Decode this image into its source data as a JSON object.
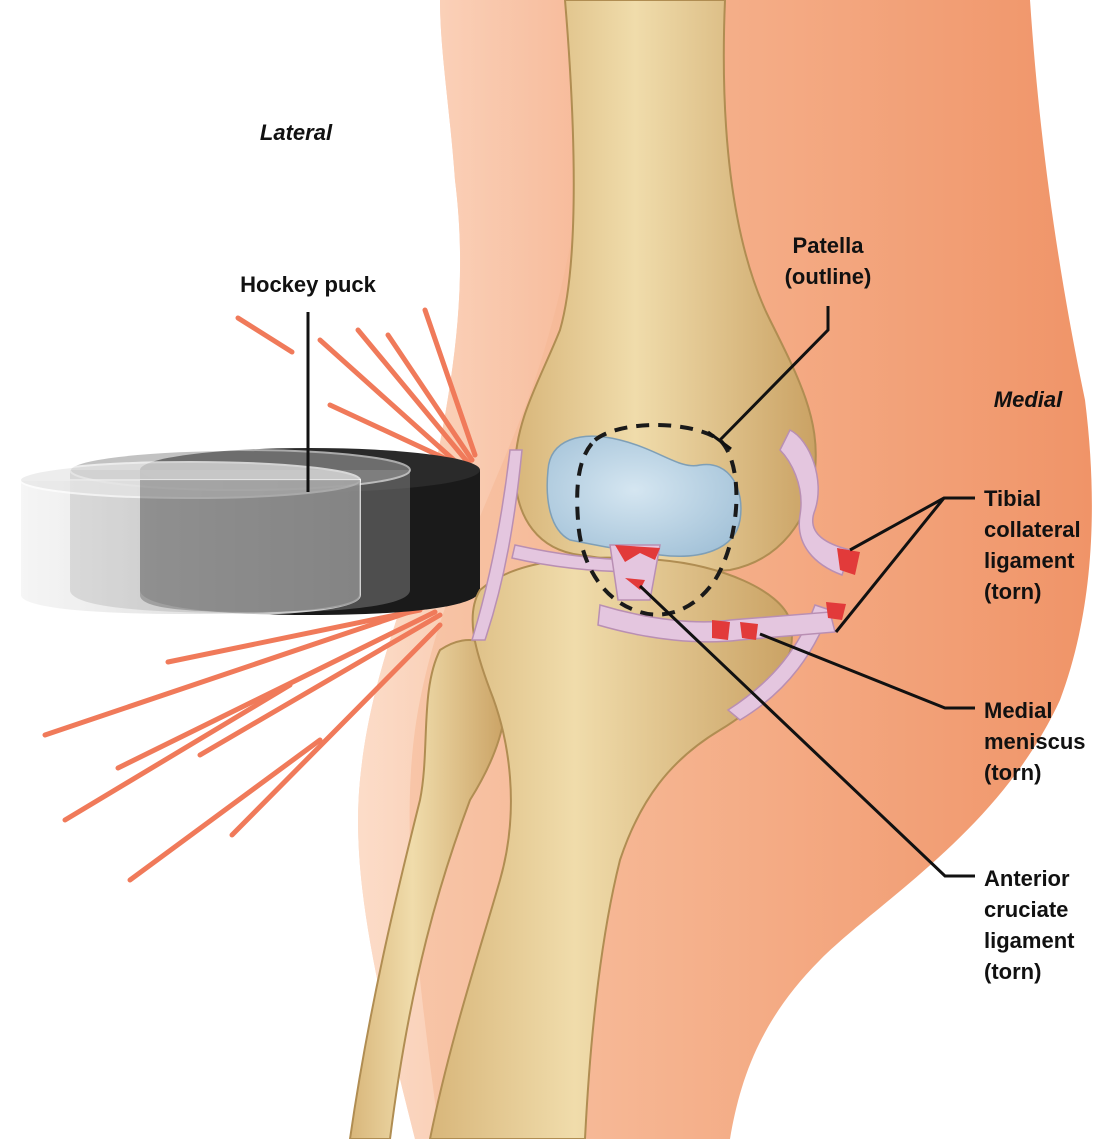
{
  "labels": {
    "lateral": "Lateral",
    "medial": "Medial",
    "hockey_puck": "Hockey puck",
    "patella": [
      "Patella",
      "(outline)"
    ],
    "tibial_collateral": [
      "Tibial",
      "collateral",
      "ligament",
      "(torn)"
    ],
    "medial_meniscus": [
      "Medial",
      "meniscus",
      "(torn)"
    ],
    "acl": [
      "Anterior",
      "cruciate",
      "ligament",
      "(torn)"
    ]
  },
  "colors": {
    "skin": "#f3a67e",
    "bone": "#e6c98f",
    "ligament": "#e4c6df",
    "torn": "#e23a3a",
    "cartilage": "#b8d4e6",
    "impact_lines": "#f07a5a",
    "puck": "#1a1a1a"
  }
}
